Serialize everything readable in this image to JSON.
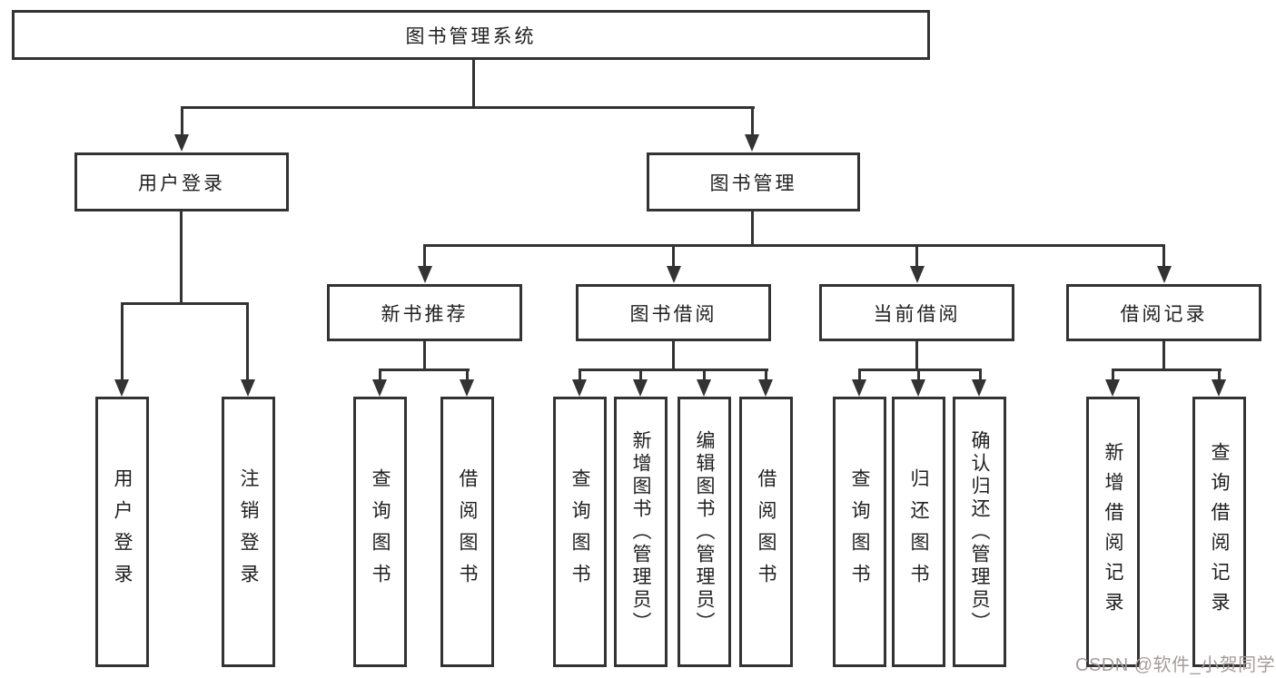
{
  "nodes": {
    "root": {
      "label": "图书管理系统"
    },
    "user_login": {
      "label": "用户登录"
    },
    "book_management": {
      "label": "图书管理"
    },
    "new_book_recommend": {
      "label": "新书推荐"
    },
    "book_borrowing": {
      "label": "图书借阅"
    },
    "current_borrowing": {
      "label": "当前借阅"
    },
    "borrowing_records": {
      "label": "借阅记录"
    },
    "leaf_user_login": {
      "label": "用户登录"
    },
    "leaf_logout": {
      "label": "注销登录"
    },
    "leaf_nb_query_book": {
      "label": "查询图书"
    },
    "leaf_nb_borrow_book": {
      "label": "借阅图书"
    },
    "leaf_bb_query_book": {
      "label": "查询图书"
    },
    "leaf_bb_add_book_admin": {
      "label": "新增图书（管理员）"
    },
    "leaf_bb_edit_book_admin": {
      "label": "编辑图书（管理员）"
    },
    "leaf_bb_borrow_book": {
      "label": "借阅图书"
    },
    "leaf_cb_query_book": {
      "label": "查询图书"
    },
    "leaf_cb_return_book": {
      "label": "归还图书"
    },
    "leaf_cb_confirm_return_admin": {
      "label": "确认归还（管理员）"
    },
    "leaf_br_add_record": {
      "label": "新增借阅记录"
    },
    "leaf_br_query_record": {
      "label": "查询借阅记录"
    }
  },
  "watermark": {
    "text": "CSDN @软件_小贺同学"
  },
  "colors": {
    "line": "#333333",
    "box_border": "#333333",
    "text": "#1f1f1f",
    "watermark": "#a69c9c",
    "background": "#ffffff"
  }
}
